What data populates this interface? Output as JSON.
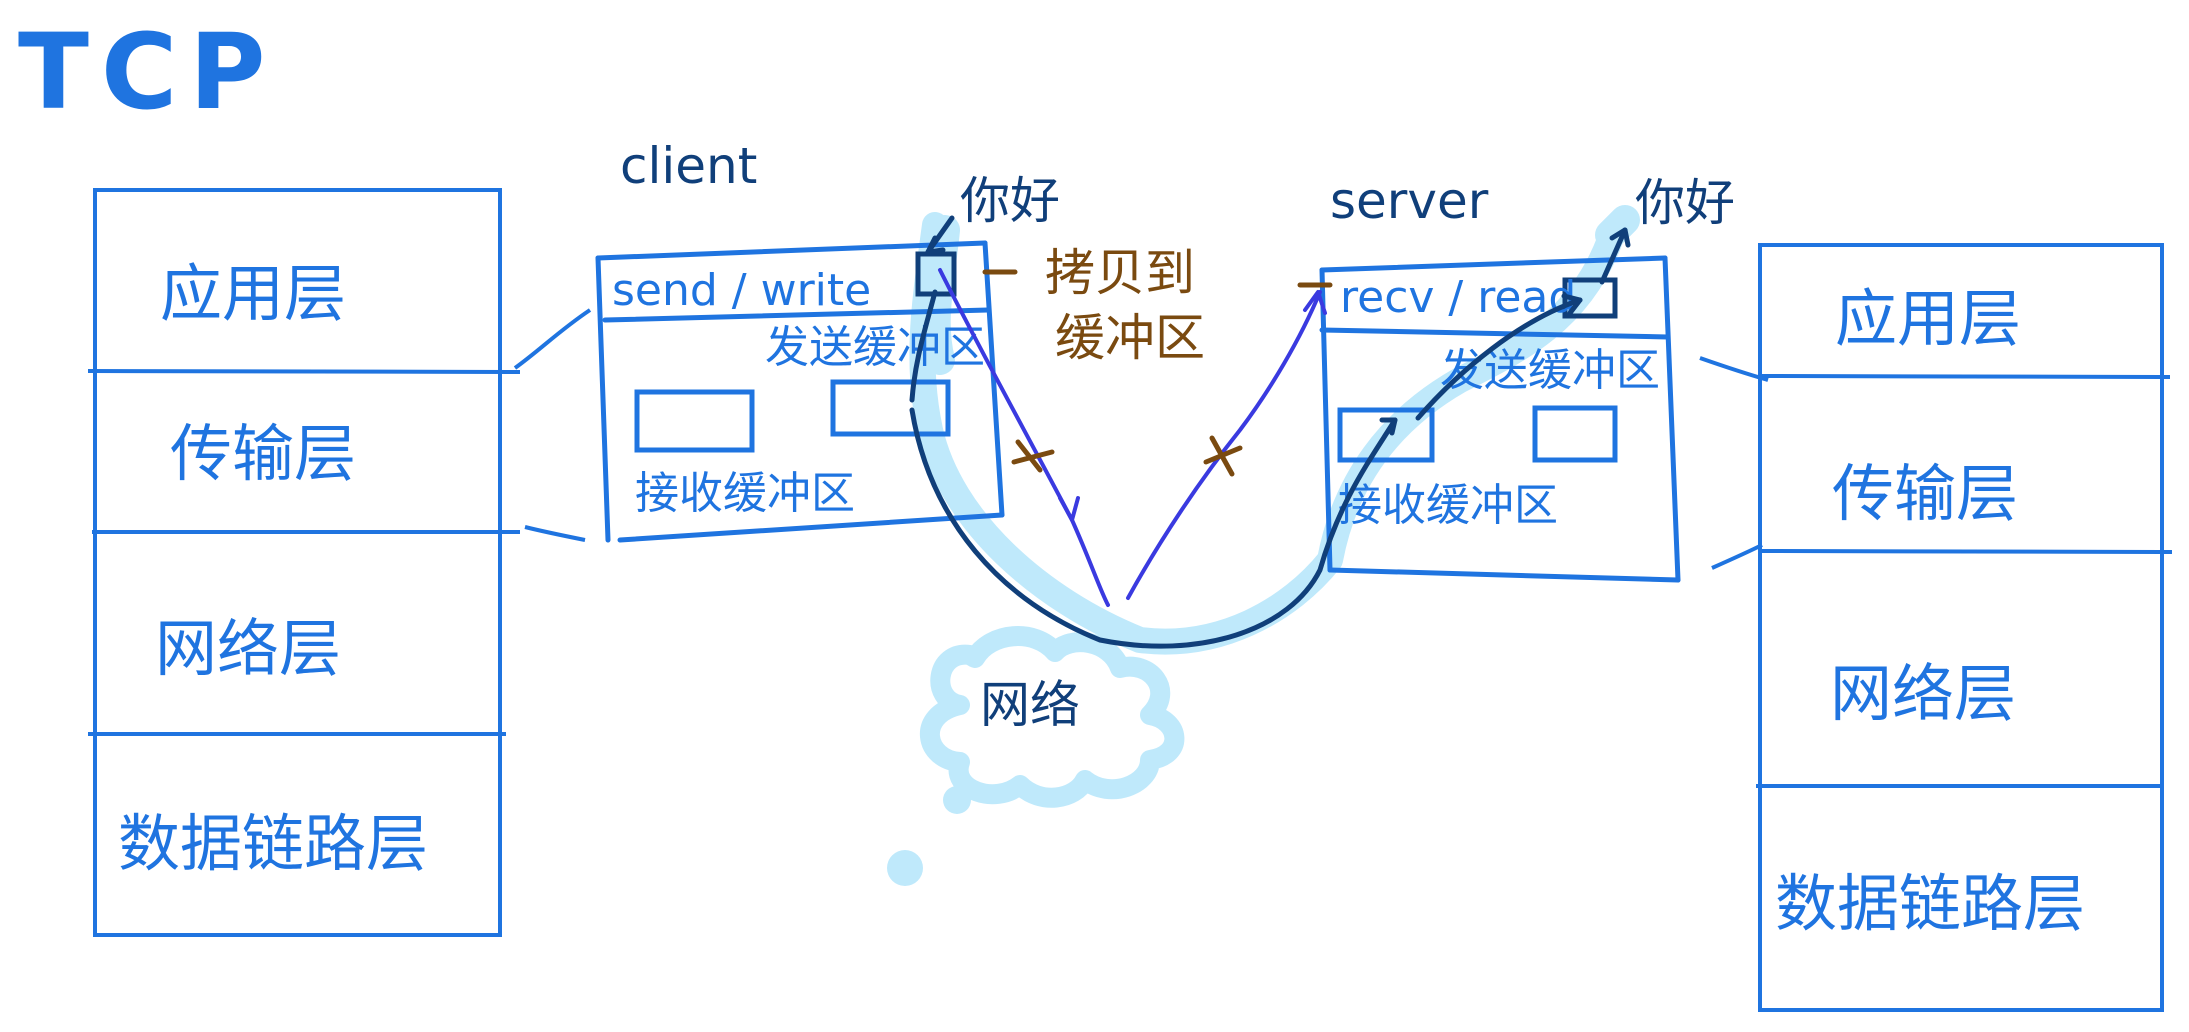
{
  "title": "TCP",
  "colors": {
    "blue": "#1f74e0",
    "navy": "#103f7a",
    "purple": "#3a3ae0",
    "brown": "#7a4a10",
    "cyan_highlight": "#bfe9fb",
    "white": "#ffffff"
  },
  "left_stack": {
    "layers": [
      "应用层",
      "传输层",
      "网络层",
      "数据链路层"
    ]
  },
  "right_stack": {
    "layers": [
      "应用层",
      "传输层",
      "网络层",
      "数据链路层"
    ]
  },
  "client": {
    "label": "client",
    "call_label": "send / write",
    "send_buffer_label": "发送缓冲区",
    "recv_buffer_label": "接收缓冲区",
    "message": "你好"
  },
  "server": {
    "label": "server",
    "call_label": "recv / read",
    "send_buffer_label": "发送缓冲区",
    "recv_buffer_label": "接收缓冲区",
    "message": "你好"
  },
  "copy_note": {
    "line1": "拷贝到",
    "line2": "缓冲区"
  },
  "network": {
    "label": "网络"
  },
  "icons": [
    "cross-mark-icon",
    "arrow-head-icon",
    "cloud-icon"
  ]
}
